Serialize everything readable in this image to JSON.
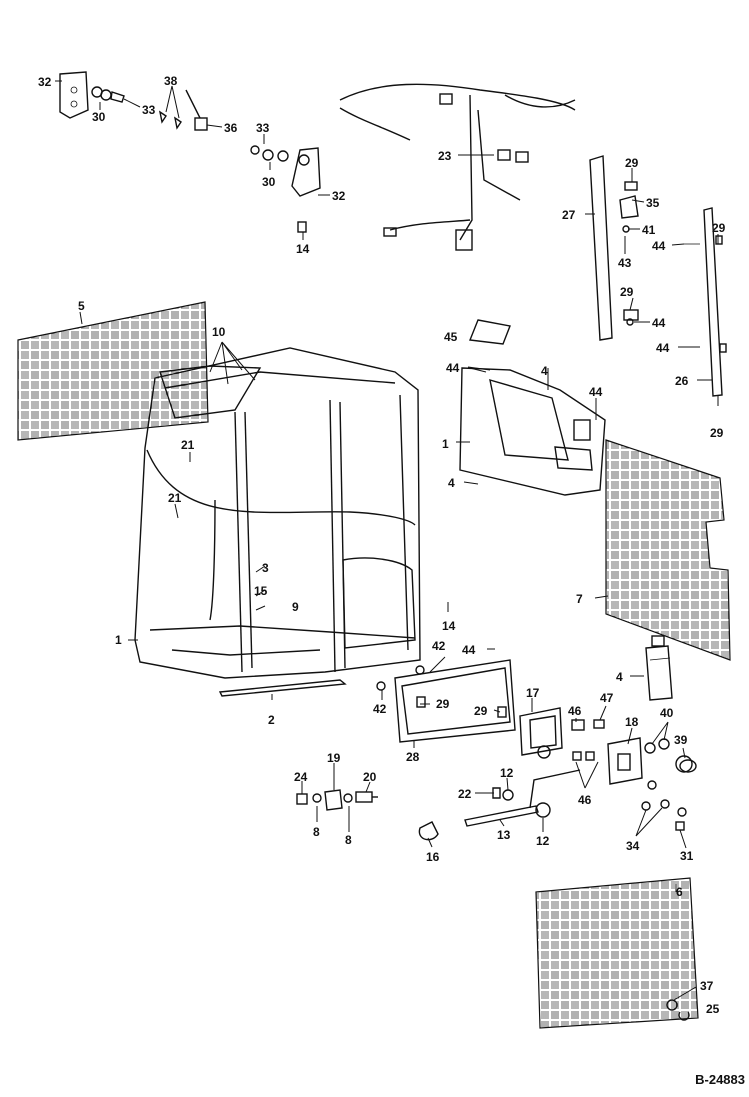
{
  "reference_number": "B-24883",
  "callouts": {
    "c32a": "32",
    "c38": "38",
    "c30a": "30",
    "c33a": "33",
    "c36": "36",
    "c33b": "33",
    "c30b": "30",
    "c32b": "32",
    "c14a": "14",
    "c23": "23",
    "c29a": "29",
    "c35": "35",
    "c27": "27",
    "c41": "41",
    "c44a": "44",
    "c29b": "29",
    "c43": "43",
    "c5": "5",
    "c10": "10",
    "c29c": "29",
    "c44b": "44",
    "c45": "45",
    "c44c": "44",
    "c44d": "44",
    "c4a": "4",
    "c44e": "44",
    "c26": "26",
    "c29d": "29",
    "c21a": "21",
    "c1a": "1",
    "c4b": "4",
    "c21b": "21",
    "c3": "3",
    "c15": "15",
    "c9": "9",
    "c7": "7",
    "c14b": "14",
    "c1b": "1",
    "c44f": "44",
    "c42a": "42",
    "c4c": "4",
    "c42b": "42",
    "c2": "2",
    "c29e": "29",
    "c29f": "29",
    "c17": "17",
    "c47": "47",
    "c46a": "46",
    "c18": "18",
    "c40": "40",
    "c28": "28",
    "c39": "39",
    "c19": "19",
    "c24": "24",
    "c20": "20",
    "c12a": "12",
    "c22": "22",
    "c46b": "46",
    "c8a": "8",
    "c8b": "8",
    "c13": "13",
    "c12b": "12",
    "c16": "16",
    "c34": "34",
    "c31": "31",
    "c6": "6",
    "c37": "37",
    "c25": "25"
  }
}
